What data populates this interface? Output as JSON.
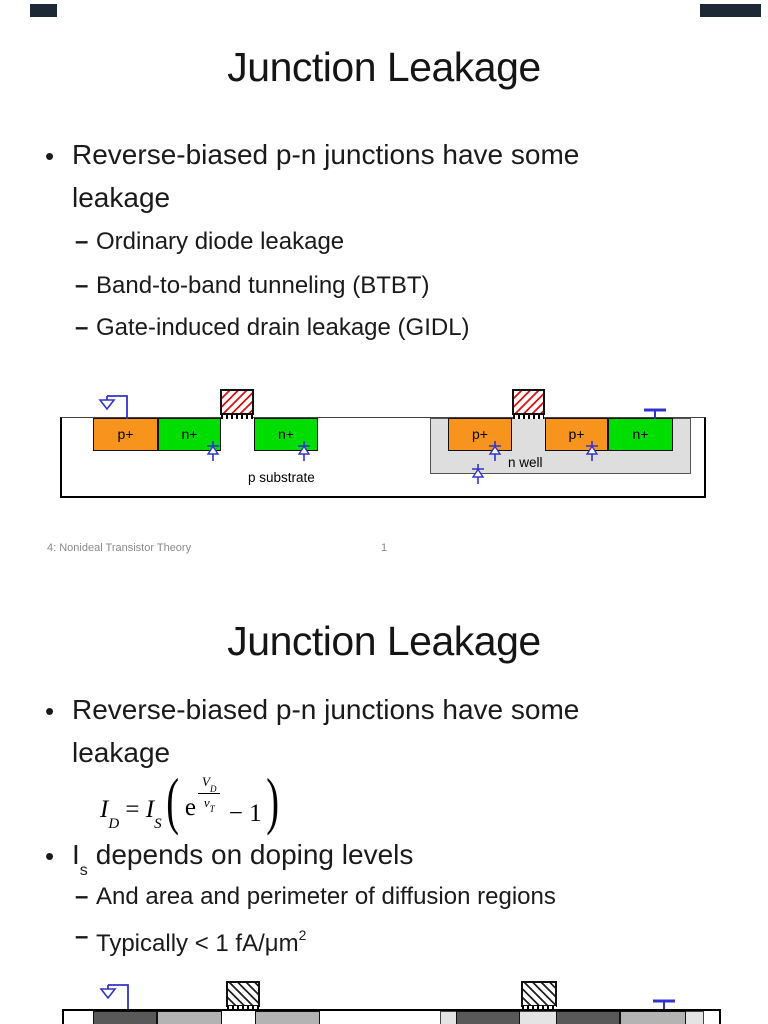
{
  "viewer": {
    "chrome_color": "#1d2935"
  },
  "colors": {
    "p_plus_fill": "#F7941D",
    "n_plus_fill": "#00DD00",
    "well_fill": "#DEDEDE",
    "wire_blue": "#3333CC",
    "gate_hatch_red": "#E01010",
    "p_plus_gray": "#595959",
    "n_plus_gray": "#B3B3B3",
    "footer_gray": "#8A8A8A"
  },
  "markers": {
    "bullet": "•",
    "dash": "–"
  },
  "slide1": {
    "title": "Junction Leakage",
    "b1_l1": "Reverse-biased p-n junctions have some",
    "b1_l2": "leakage",
    "subs": [
      "Ordinary diode leakage",
      "Band-to-band tunneling (BTBT)",
      "Gate-induced drain leakage (GIDL)"
    ],
    "diagram": {
      "p_plus": "p+",
      "n_plus": "n+",
      "p_substrate": "p substrate",
      "n_well": "n well"
    },
    "footer_left": "4: Nonideal Transistor Theory",
    "footer_page": "1"
  },
  "slide2": {
    "title": "Junction Leakage",
    "b1_l1": "Reverse-biased p-n junctions have some",
    "b1_l2": "leakage",
    "equation": {
      "I": "I",
      "D": "D",
      "eq": " = ",
      "S": "S",
      "lparen": "(",
      "e": "e",
      "num_V": "V",
      "num_D": "D",
      "den_v": "v",
      "den_T": "T",
      "minus_one": " − 1",
      "rparen": ")"
    },
    "b2_I": "I",
    "b2_sub": "s",
    "b2_rest": "depends on doping levels",
    "sub1": "And area and perimeter of diffusion regions",
    "sub2_pre": "Typically < 1 fA/μm",
    "sub2_sup": "2"
  }
}
